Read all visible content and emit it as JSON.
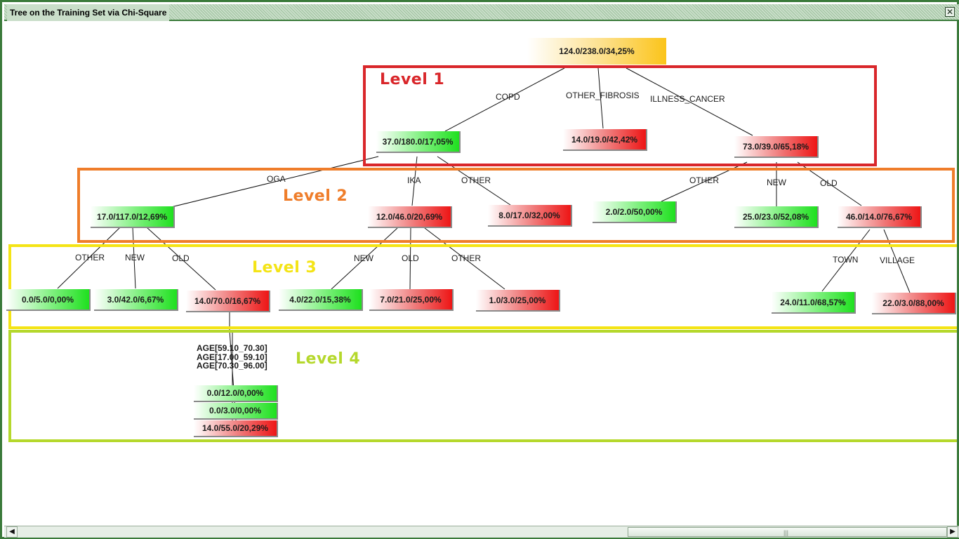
{
  "window": {
    "title": "Tree on the Training Set via Chi-Square",
    "close_icon": "close-icon"
  },
  "levels": {
    "level1": {
      "label": "Level 1",
      "color": "#d9262a"
    },
    "level2": {
      "label": "Level 2",
      "color": "#ef7d2a"
    },
    "level3": {
      "label": "Level 3",
      "color": "#f4e416"
    },
    "level4": {
      "label": "Level 4",
      "color": "#b5d82c"
    }
  },
  "nodes": {
    "root": "124.0/238.0/34,25%",
    "copd": "37.0/180.0/17,05%",
    "other_fibrosis": "14.0/19.0/42,42%",
    "illness_cancer": "73.0/39.0/65,18%",
    "oga": "17.0/117.0/12,69%",
    "ika": "12.0/46.0/20,69%",
    "copd_other": "8.0/17.0/32,00%",
    "cancer_other": "2.0/2.0/50,00%",
    "cancer_new": "25.0/23.0/52,08%",
    "cancer_old": "46.0/14.0/76,67%",
    "oga_other": "0.0/5.0/0,00%",
    "oga_new": "3.0/42.0/6,67%",
    "oga_old": "14.0/70.0/16,67%",
    "ika_new": "4.0/22.0/15,38%",
    "ika_old": "7.0/21.0/25,00%",
    "ika_other": "1.0/3.0/25,00%",
    "old_town": "24.0/11.0/68,57%",
    "old_village": "22.0/3.0/88,00%",
    "age_a": "0.0/12.0/0,00%",
    "age_b": "0.0/3.0/0,00%",
    "age_c": "14.0/55.0/20,29%"
  },
  "edges": {
    "copd": "COPD",
    "other_fibrosis": "OTHER_FIBROSIS",
    "illness_cancer": "ILLNESS_CANCER",
    "oga": "OGA",
    "ika": "IKA",
    "copd_other": "OTHER",
    "cancer_other": "OTHER",
    "cancer_new": "NEW",
    "cancer_old": "OLD",
    "oga_other": "OTHER",
    "oga_new": "NEW",
    "oga_old": "OLD",
    "ika_new": "NEW",
    "ika_old": "OLD",
    "ika_other": "OTHER",
    "town": "TOWN",
    "village": "VILLAGE",
    "age_ranges": [
      "AGE[59.10_70.30]",
      "AGE[17.00_59.10]",
      "AGE[70.30_96.00]"
    ]
  },
  "scrollbar": {
    "left_arrow": "◀",
    "right_arrow": "▶",
    "grip": "|||"
  }
}
